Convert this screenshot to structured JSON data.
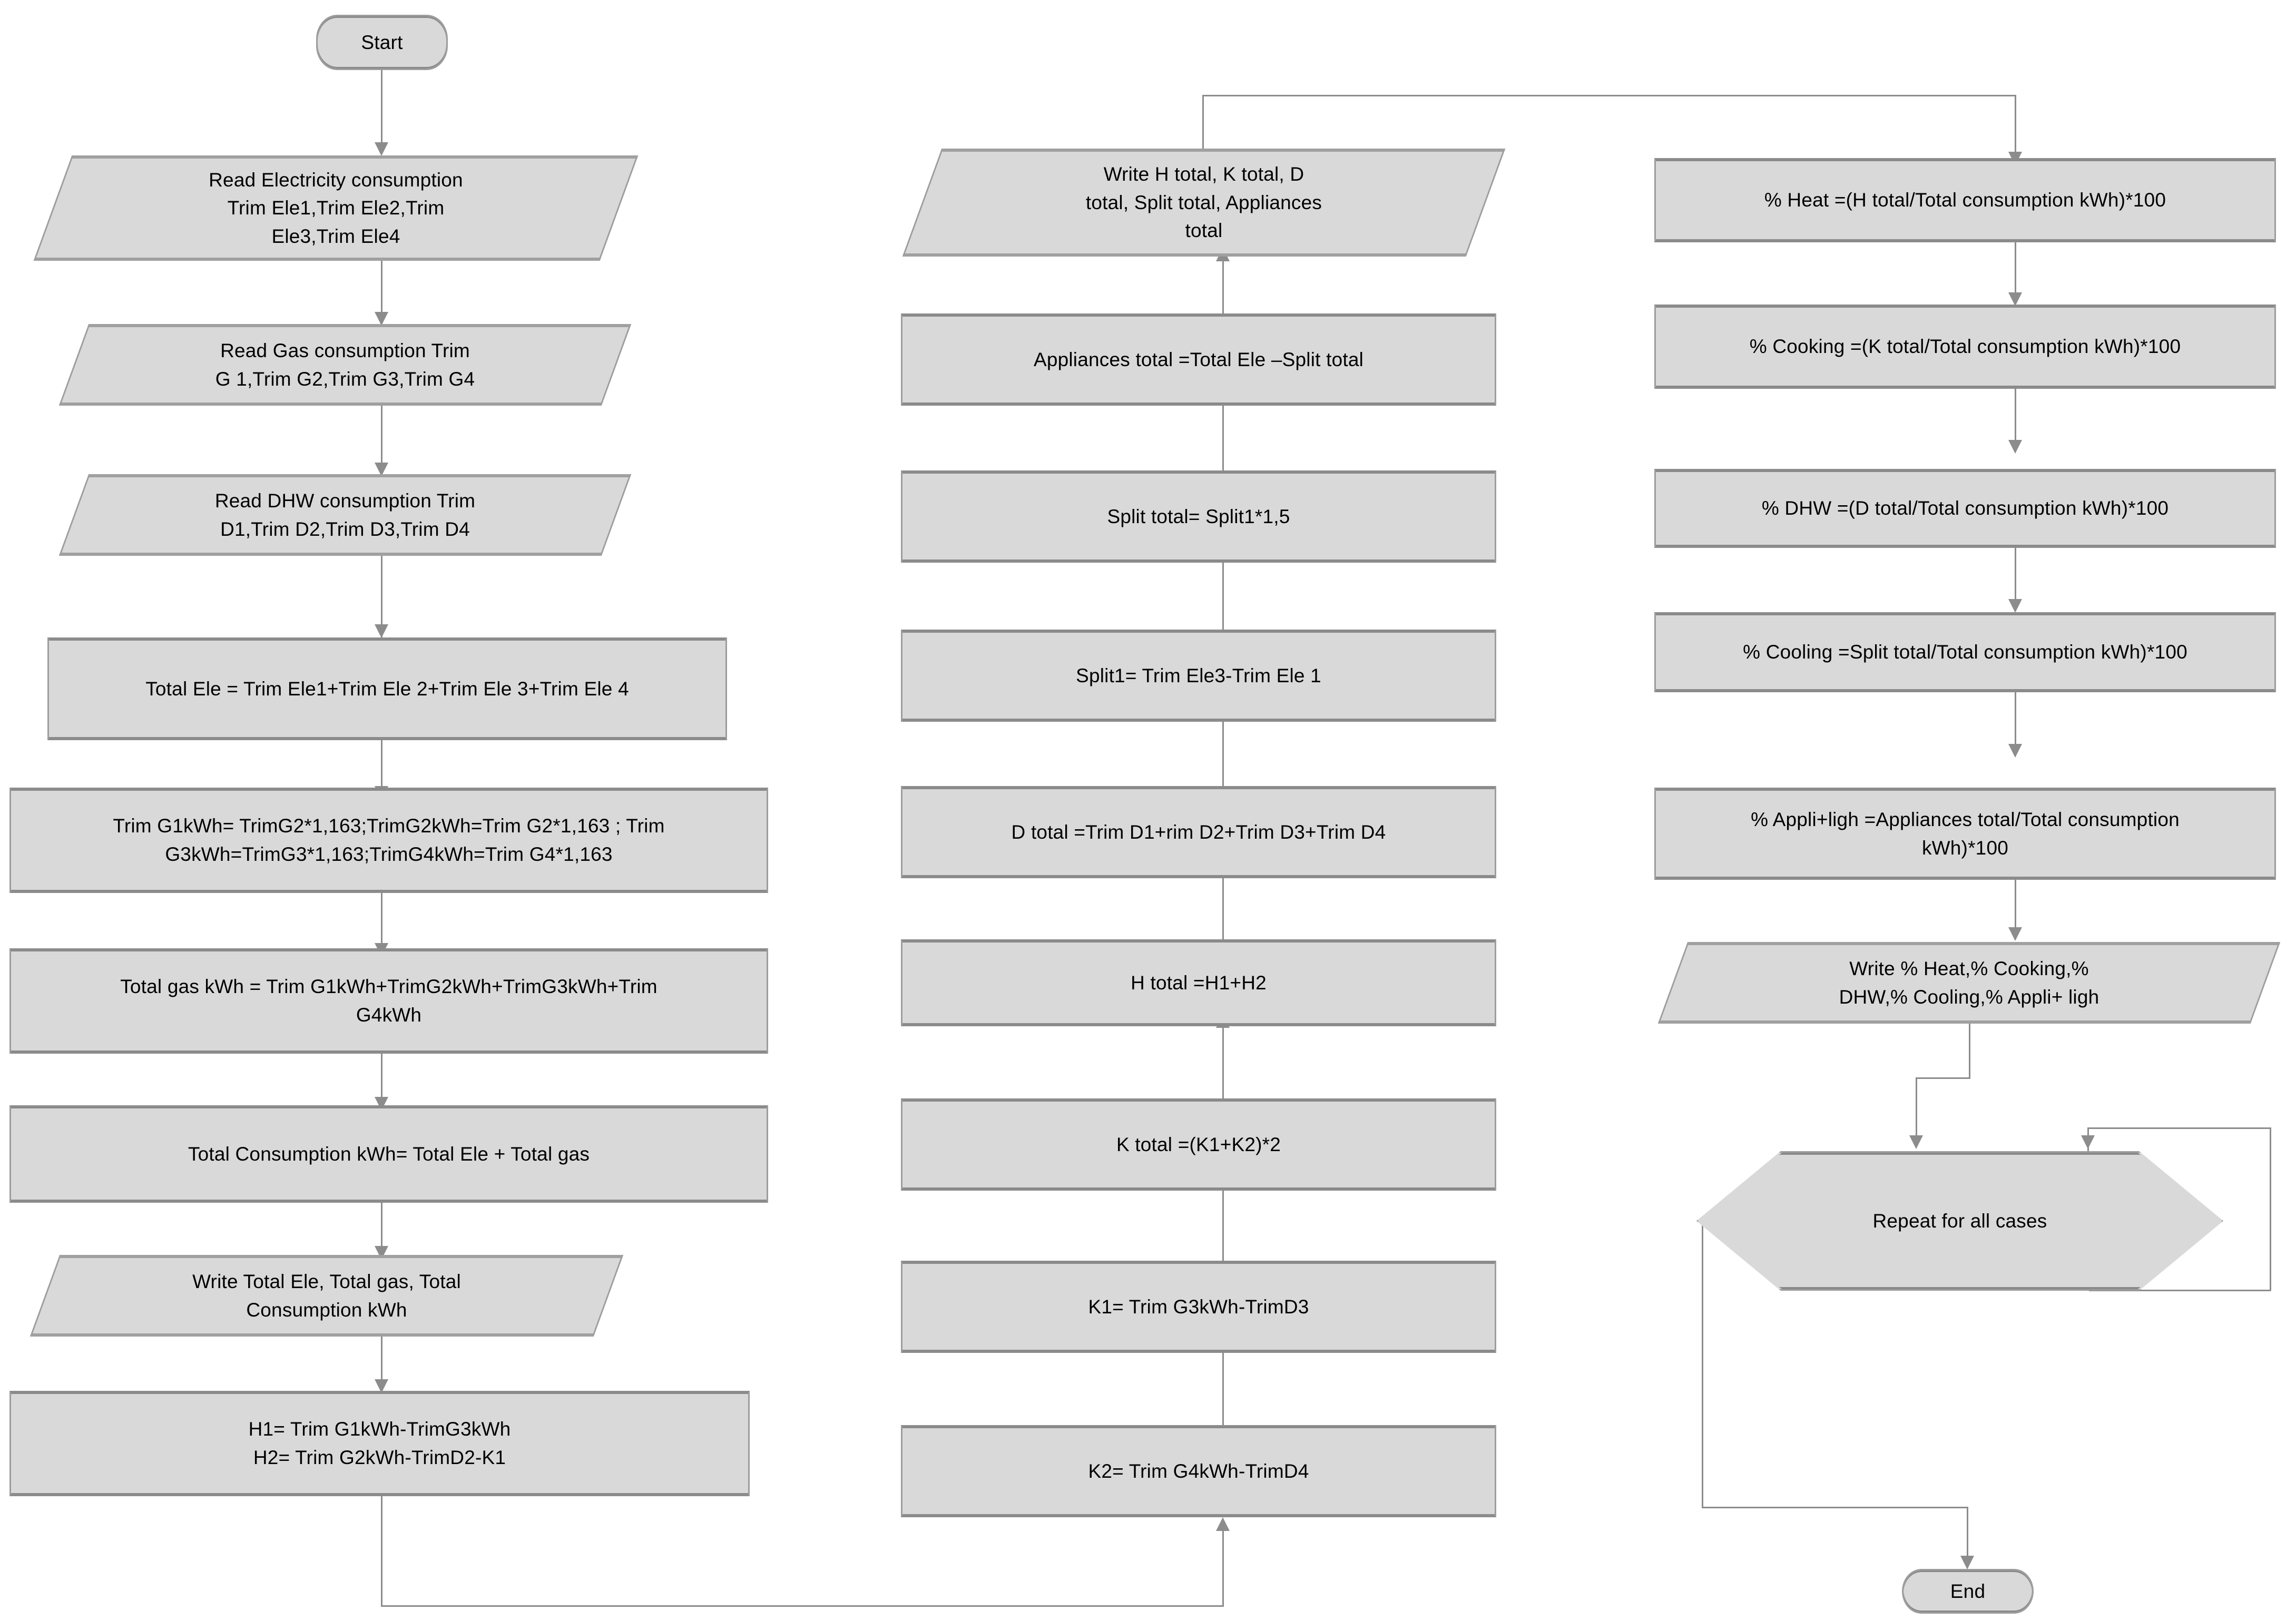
{
  "diagram": {
    "title": "Energy consumption calculation flowchart",
    "colors": {
      "node_fill": "#d9d9d9",
      "node_border": "#9d9d9d",
      "connector": "#8c8c8c",
      "text": "#000000",
      "background": "#ffffff"
    }
  },
  "nodes": {
    "start": {
      "text": "Start",
      "shape": "terminator"
    },
    "read_electricity": {
      "text": "Read Electricity consumption\nTrim Ele1,Trim Ele2,Trim\nEle3,Trim Ele4",
      "shape": "io"
    },
    "read_gas": {
      "text": "Read Gas consumption Trim\nG 1,Trim G2,Trim G3,Trim G4",
      "shape": "io"
    },
    "read_dhw": {
      "text": "Read DHW consumption Trim\nD1,Trim D2,Trim D3,Trim D4",
      "shape": "io"
    },
    "total_ele": {
      "text": "Total Ele = Trim Ele1+Trim Ele 2+Trim Ele 3+Trim Ele 4",
      "shape": "process"
    },
    "trim_gkwh": {
      "text": "Trim G1kWh= TrimG2*1,163;TrimG2kWh=Trim G2*1,163 ; Trim\nG3kWh=TrimG3*1,163;TrimG4kWh=Trim G4*1,163",
      "shape": "process"
    },
    "total_gas_kwh": {
      "text": "Total gas kWh = Trim G1kWh+TrimG2kWh+TrimG3kWh+Trim\nG4kWh",
      "shape": "process"
    },
    "total_consumption": {
      "text": "Total Consumption kWh= Total Ele + Total gas",
      "shape": "process"
    },
    "write_totals": {
      "text": "Write Total Ele, Total gas, Total\nConsumption kWh",
      "shape": "io"
    },
    "h1_h2": {
      "text": "H1= Trim G1kWh-TrimG3kWh\nH2= Trim G2kWh-TrimD2-K1",
      "shape": "process"
    },
    "k2": {
      "text": "K2= Trim G4kWh-TrimD4",
      "shape": "process"
    },
    "k1": {
      "text": "K1= Trim G3kWh-TrimD3",
      "shape": "process"
    },
    "k_total": {
      "text": "K total =(K1+K2)*2",
      "shape": "process"
    },
    "h_total": {
      "text": "H total =H1+H2",
      "shape": "process"
    },
    "d_total": {
      "text": "D total =Trim D1+rim D2+Trim D3+Trim D4",
      "shape": "process"
    },
    "split1": {
      "text": "Split1= Trim Ele3-Trim Ele 1",
      "shape": "process"
    },
    "split_total": {
      "text": "Split total= Split1*1,5",
      "shape": "process"
    },
    "appliances_total": {
      "text": "Appliances total =Total Ele –Split total",
      "shape": "process"
    },
    "write_h_k_d": {
      "text": "Write H total, K total, D\ntotal, Split total, Appliances\ntotal",
      "shape": "io"
    },
    "pct_heat": {
      "text": "% Heat =(H total/Total consumption kWh)*100",
      "shape": "process"
    },
    "pct_cooking": {
      "text": "% Cooking =(K total/Total consumption kWh)*100",
      "shape": "process"
    },
    "pct_dhw": {
      "text": "% DHW =(D total/Total consumption kWh)*100",
      "shape": "process"
    },
    "pct_cooling": {
      "text": "% Cooling =Split  total/Total consumption kWh)*100",
      "shape": "process"
    },
    "pct_appli": {
      "text": "% Appli+ligh =Appliances total/Total consumption\nkWh)*100",
      "shape": "process"
    },
    "write_percentages": {
      "text": "Write % Heat,% Cooking,%\nDHW,% Cooling,% Appli+ ligh",
      "shape": "io"
    },
    "repeat": {
      "text": "Repeat for all cases",
      "shape": "hexagon"
    },
    "end": {
      "text": "End",
      "shape": "terminator"
    }
  }
}
